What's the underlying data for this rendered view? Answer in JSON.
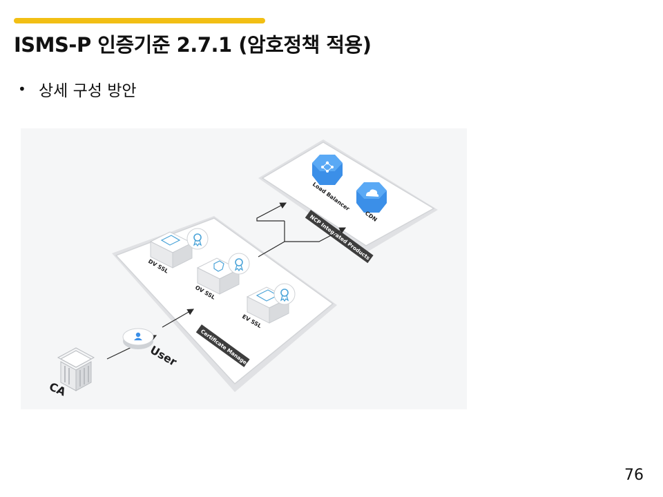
{
  "slide": {
    "title": "ISMS-P 인증기준 2.7.1 (암호정책 적용)",
    "bullet": "상세 구성 방안",
    "page_number": "76",
    "accent_color": "#f2bf14"
  },
  "diagram": {
    "certificate_manager": {
      "band_label": "Certificate Manager",
      "items": [
        "DV SSL",
        "OV SSL",
        "EV SSL"
      ]
    },
    "ncp_products": {
      "band_label": "NCP Integrated Products",
      "items": [
        "Load Balancer",
        "CDN"
      ]
    },
    "user_label": "User",
    "ca_label": "CA",
    "icons": {
      "certificate": "certificate-badge-icon",
      "user": "user-icon",
      "ca": "bank-building-icon",
      "load_balancer": "network-hub-icon",
      "cdn": "cloud-icon"
    },
    "colors": {
      "product_blue": "#3b8fe8",
      "band_dark": "#3d3d3d",
      "badge_blue": "#4aa3d8"
    }
  }
}
